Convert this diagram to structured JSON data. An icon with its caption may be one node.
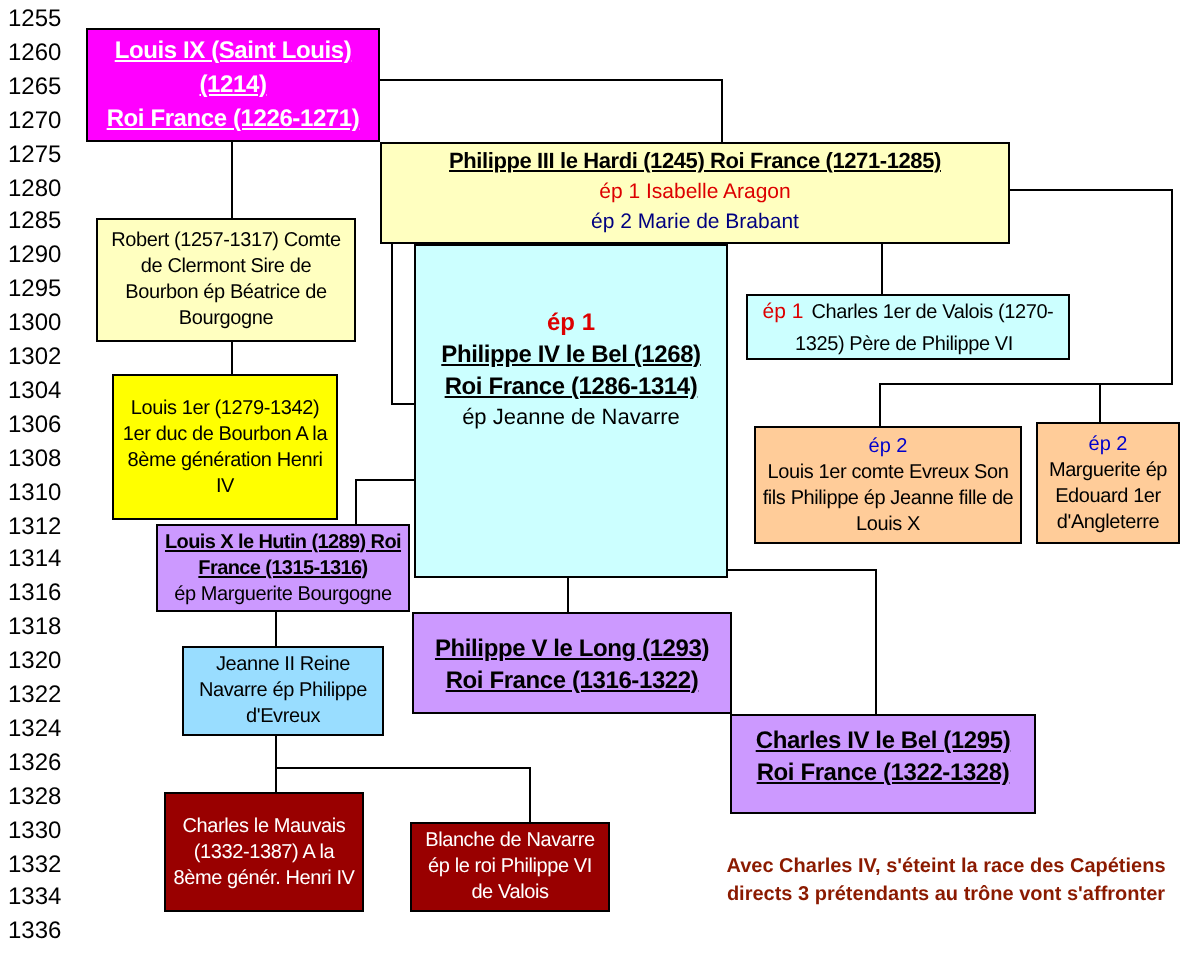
{
  "diagram": {
    "nodes": [
      {
        "text": [
          "Louis IX (Saint Louis) (1214)",
          "Roi France (1226-1271)"
        ]
      },
      {
        "text": [
          "Philippe III le Hardi (1245) Roi France (1271-1285)",
          "ép 1 Isabelle Aragon",
          "ép 2 Marie de Brabant"
        ]
      },
      {
        "text": [
          "Robert (1257-1317) Comte de Clermont Sire de Bourbon ép Béatrice de Bourgogne"
        ]
      },
      {
        "text": [
          "Louis 1er (1279-1342) 1er duc de Bourbon A la 8ème génération Henri IV"
        ]
      },
      {
        "text": [
          "ép 1",
          "Philippe IV le Bel (1268) Roi France (1286-1314)",
          "ép Jeanne de Navarre"
        ]
      },
      {
        "text": [
          "ép 1",
          "Charles 1er de Valois (1270-1325) Père de Philippe VI"
        ]
      },
      {
        "text": [
          "ép 2",
          "Louis 1er comte Evreux Son fils Philippe ép Jeanne fille de Louis X"
        ]
      },
      {
        "text": [
          "ép 2",
          "Marguerite ép Edouard 1er d'Angleterre"
        ]
      },
      {
        "text": [
          "Louis X le Hutin (1289) Roi France (1315-1316)",
          "ép Marguerite Bourgogne"
        ]
      },
      {
        "text": [
          "Philippe V le Long (1293) Roi France (1316-1322)"
        ]
      },
      {
        "text": [
          "Charles IV le Bel (1295) Roi France (1322-1328)"
        ]
      },
      {
        "text": [
          "Jeanne II Reine Navarre ép Philippe d'Evreux"
        ]
      },
      {
        "text": [
          "Charles le Mauvais (1332-1387) A la 8ème génér. Henri IV"
        ]
      },
      {
        "text": [
          "Blanche de Navarre ép le roi Philippe VI de Valois"
        ]
      }
    ],
    "edges": [
      {
        "from": 0,
        "to": 1,
        "arrow": "none"
      },
      {
        "from": 0,
        "to": 2,
        "arrow": "none"
      },
      {
        "from": 2,
        "to": 3,
        "arrow": "none"
      },
      {
        "from": 1,
        "to": 4,
        "arrow": "none"
      },
      {
        "from": 1,
        "to": 5,
        "arrow": "none"
      },
      {
        "from": 1,
        "to": 6,
        "arrow": "none"
      },
      {
        "from": 1,
        "to": 7,
        "arrow": "none"
      },
      {
        "from": 4,
        "to": 8,
        "arrow": "none"
      },
      {
        "from": 4,
        "to": 9,
        "arrow": "none"
      },
      {
        "from": 4,
        "to": 10,
        "arrow": "none"
      },
      {
        "from": 8,
        "to": 11,
        "arrow": "none"
      },
      {
        "from": 11,
        "to": 12,
        "arrow": "none"
      },
      {
        "from": 11,
        "to": 13,
        "arrow": "none"
      }
    ],
    "labels": [
      "1255",
      "1260",
      "1265",
      "1270",
      "1275",
      "1280",
      "1285",
      "1290",
      "1295",
      "1300",
      "1302",
      "1304",
      "1306",
      "1308",
      "1310",
      "1312",
      "1314",
      "1316",
      "1318",
      "1320",
      "1322",
      "1324",
      "1326",
      "1328",
      "1330",
      "1332",
      "1334",
      "1336",
      "Avec Charles IV, s'éteint la race des Capétiens directs 3 prétendants au trône vont s'affronter"
    ]
  }
}
